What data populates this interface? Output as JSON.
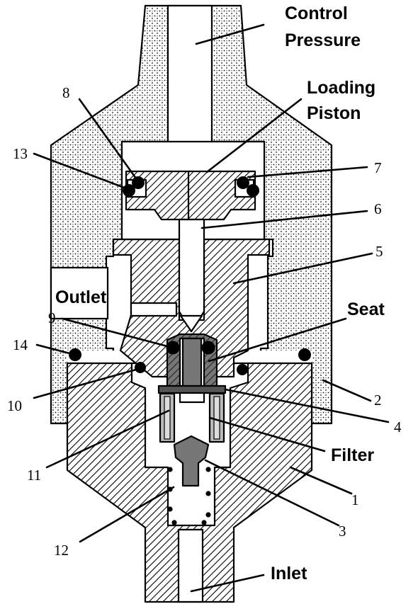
{
  "labels": {
    "control_pressure_line1": "Control",
    "control_pressure_line2": "Pressure",
    "loading_piston_line1": "Loading",
    "loading_piston_line2": "Piston",
    "outlet": "Outlet",
    "seat": "Seat",
    "filter": "Filter",
    "inlet": "Inlet"
  },
  "callouts": [
    "1",
    "2",
    "3",
    "4",
    "5",
    "6",
    "7",
    "8",
    "9",
    "10",
    "11",
    "12",
    "13",
    "14"
  ],
  "colors": {
    "line": "#000000",
    "body_fill": "#ffffff",
    "seat_fill": "#777777",
    "poppet_fill": "#777777",
    "filter_fill": "#bbbbbb"
  }
}
